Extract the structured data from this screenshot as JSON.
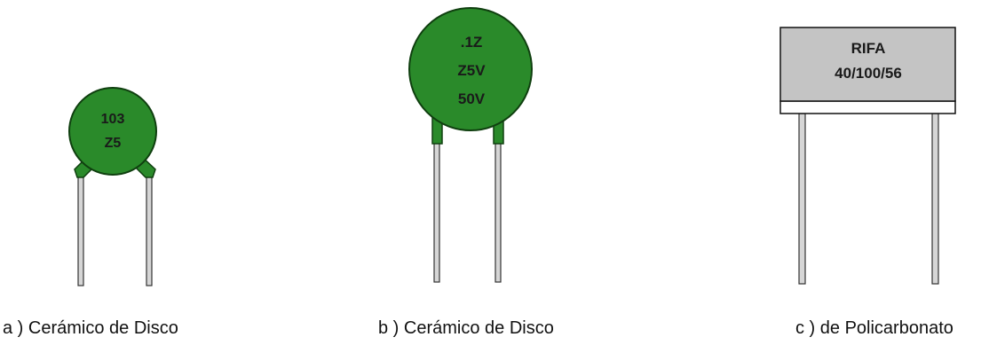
{
  "components": [
    {
      "type": "ceramic-disc-small",
      "markings": [
        "103",
        "Z5"
      ],
      "caption": "a ) Cerámico de Disco"
    },
    {
      "type": "ceramic-disc-large",
      "markings": [
        ".1Z",
        "Z5V",
        "50V"
      ],
      "caption": "b ) Cerámico de Disco"
    },
    {
      "type": "polycarbonate-box",
      "markings": [
        "RIFA",
        "40/100/56"
      ],
      "caption": "c ) de Policarbonato"
    }
  ],
  "colors": {
    "disc_body": "#2a8a2a",
    "disc_outline": "#0f3f0f",
    "box_body": "#c4c4c4",
    "box_outline": "#111111",
    "lead_fill": "#d6d6d6",
    "lead_outline": "#333333",
    "marking_text": "#1a1a1a"
  }
}
